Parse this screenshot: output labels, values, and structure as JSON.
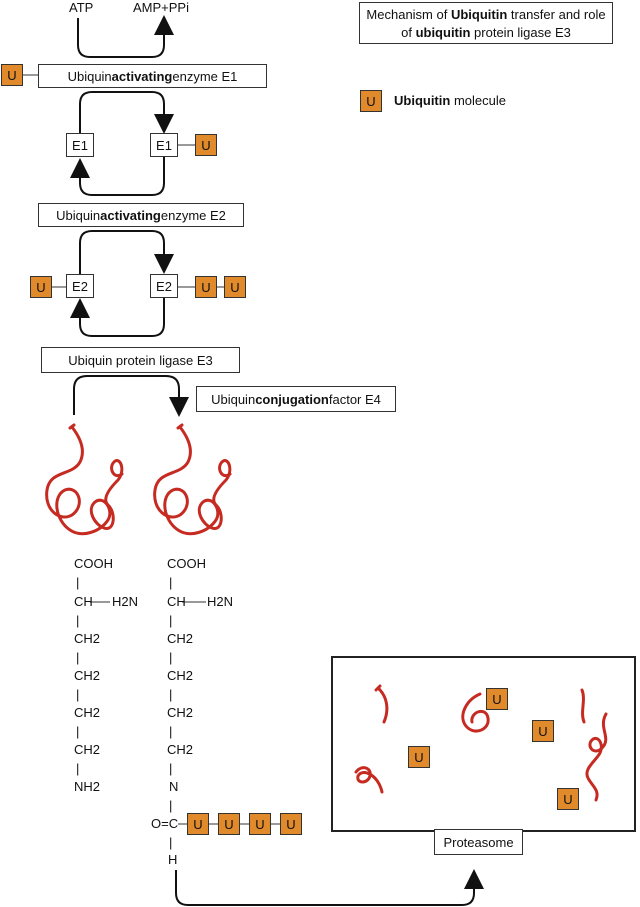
{
  "title": {
    "line1_pre": "Mechanism of ",
    "line1_bold": "Ubiquitin",
    "line1_post": " transfer and role",
    "line2_pre": "of ",
    "line2_bold": "ubiquitin",
    "line2_post": " protein ligase E3"
  },
  "legend": {
    "symbol": "U",
    "label_bold": "Ubiquitin",
    "label_rest": " molecule"
  },
  "top_reaction": {
    "left": "ATP",
    "right": "AMP+PPi"
  },
  "ubiquitin_symbol": "U",
  "e1": {
    "label_pre": "Ubiquin ",
    "label_bold": "activating",
    "label_post": " enzyme E1",
    "left": "E1",
    "right": "E1"
  },
  "e2": {
    "label_pre": "Ubiquin ",
    "label_bold": "activating",
    "label_post": " enzyme E2",
    "left": "E2",
    "right": "E2"
  },
  "e3": {
    "label": "Ubiquin protein ligase E3"
  },
  "e4": {
    "label_pre": "Ubiquin ",
    "label_bold": "conjugation",
    "label_post": " factor E4"
  },
  "left_chain": {
    "cooh": "COOH",
    "ch": "CH",
    "h2n": "H2N",
    "ch2": "CH2",
    "nh2": "NH2",
    "bar": "|"
  },
  "right_chain": {
    "cooh": "COOH",
    "ch": "CH",
    "h2n": "H2N",
    "ch2": "CH2",
    "n": "N",
    "oc": "O=C",
    "h": "H",
    "bar": "|"
  },
  "proteasome": {
    "label": "Proteasome"
  },
  "colors": {
    "ubiquitin": "#e08a2c",
    "protein": "#c62b22",
    "line": "#222222"
  }
}
